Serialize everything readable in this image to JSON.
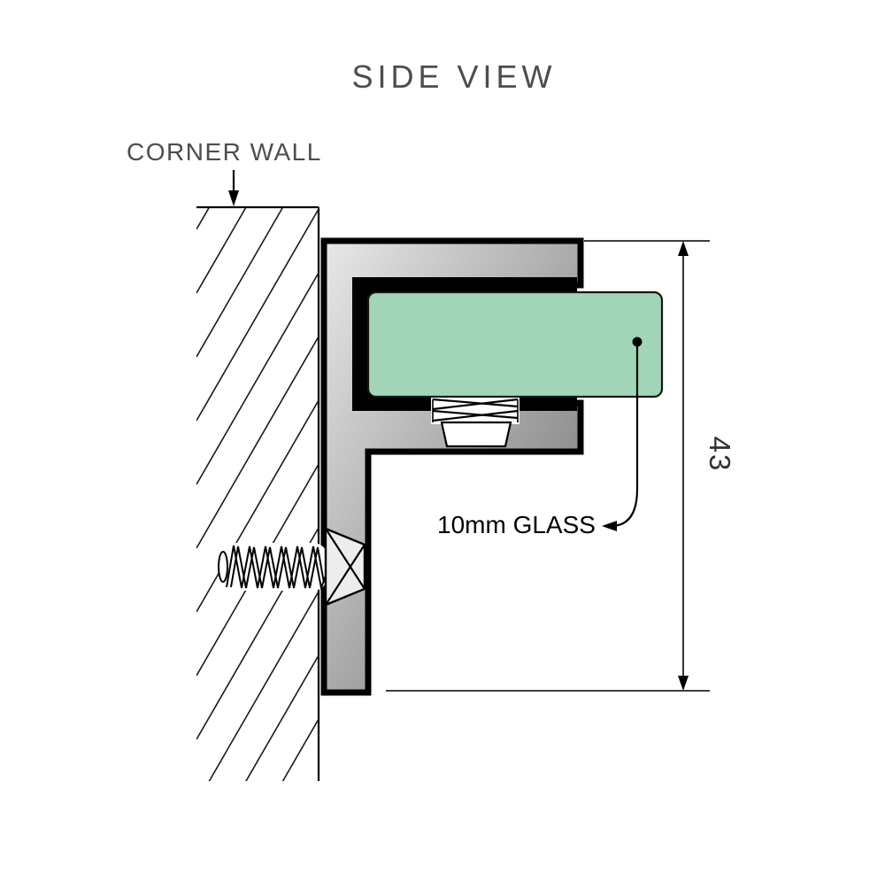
{
  "diagram": {
    "title": "SIDE VIEW",
    "wall_label": "CORNER WALL",
    "glass_label": "10mm GLASS",
    "dimension_value": "43"
  },
  "colors": {
    "glass_fill": "#a2d5b8",
    "glass_stroke": "#151515",
    "outline": "#000000",
    "text_gray": "#4d4d4d",
    "text_black": "#000000",
    "metal_light": "#e8e8e8",
    "metal_dark": "#6e6e6e"
  },
  "icons": {
    "wall_pointer": "down-arrow-icon",
    "dimension_top": "up-arrowhead-icon",
    "dimension_bottom": "down-arrowhead-icon",
    "glass_pointer": "left-arrowhead-icon",
    "glass_anchor": "dot-icon"
  }
}
